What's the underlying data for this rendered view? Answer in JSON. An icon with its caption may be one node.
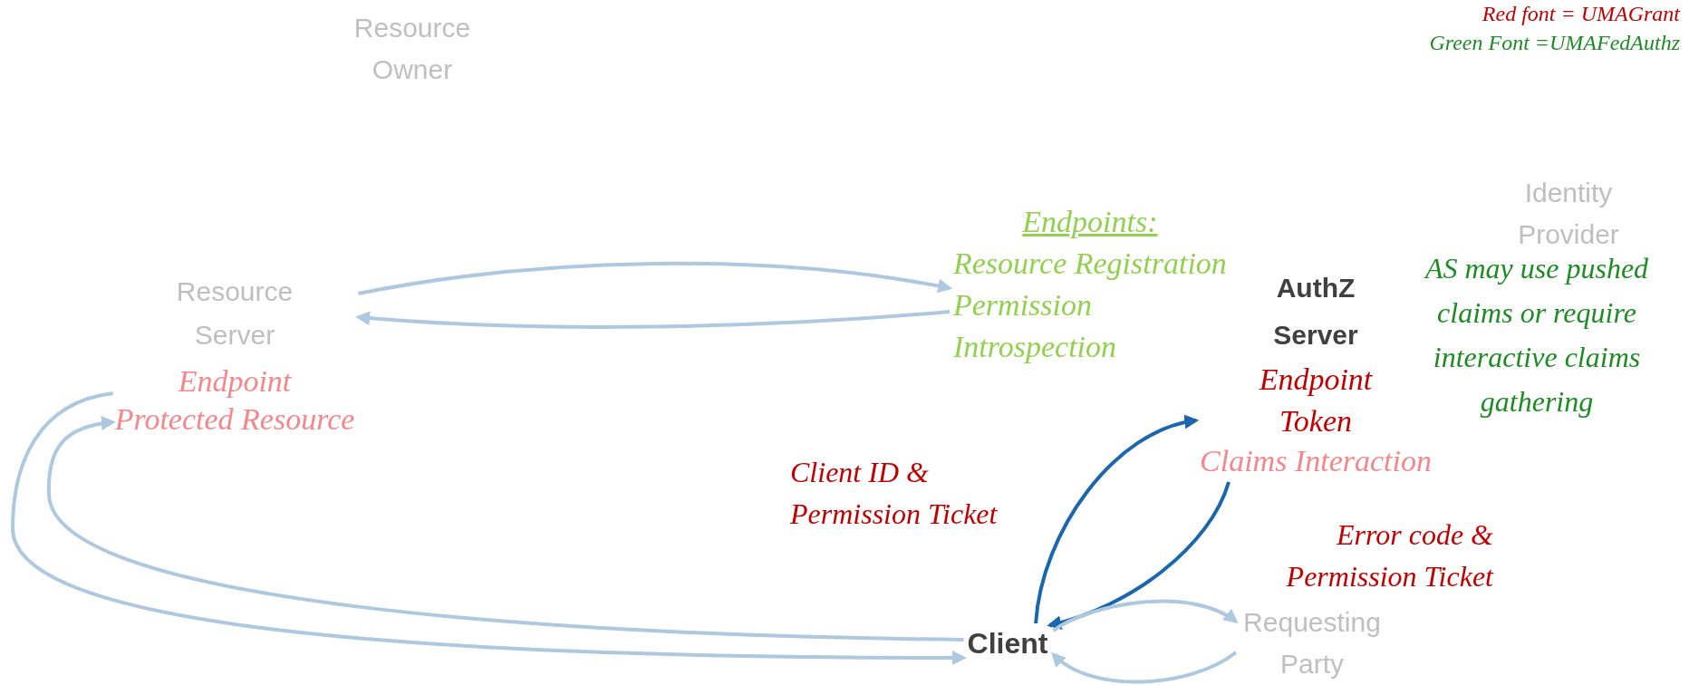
{
  "diagram": {
    "nodes": [
      {
        "text": [
          "Resource Owner"
        ]
      },
      {
        "text": [
          "Identity Provider"
        ]
      },
      {
        "text": [
          "Resource Server"
        ],
        "beside": [
          "Endpoint",
          "Protected Resource"
        ]
      },
      {
        "text": [
          "Endpoints:",
          "Resource Registration",
          "Permission",
          "Introspection"
        ]
      },
      {
        "text": [
          "AuthZ Server"
        ],
        "beside": [
          "Endpoint",
          "Token",
          "Claims Interaction"
        ]
      },
      {
        "text": [
          "Client"
        ]
      },
      {
        "text": [
          "Requesting Party"
        ]
      }
    ],
    "edges": [
      {
        "from": 2,
        "to": 3,
        "arrow": "to"
      },
      {
        "from": 3,
        "to": 2,
        "arrow": "to"
      },
      {
        "from": 5,
        "to": 2,
        "arrow": "to"
      },
      {
        "from": 2,
        "to": 5,
        "arrow": "to"
      },
      {
        "from": 5,
        "to": 4,
        "arrow": "to",
        "label": "Client ID & Permission Ticket",
        "color": "#1b67ad"
      },
      {
        "from": 4,
        "to": 5,
        "arrow": "to",
        "label": "Error code & Permission Ticket",
        "color": "#1b67ad"
      },
      {
        "from": 5,
        "to": 6,
        "arrow": "to"
      },
      {
        "from": 6,
        "to": 5,
        "arrow": "to"
      }
    ],
    "labels": [
      "Red font = UMAGrant",
      "Green Font =UMAFedAuthz",
      "AS may use pushed claims or require interactive claims gathering"
    ]
  }
}
